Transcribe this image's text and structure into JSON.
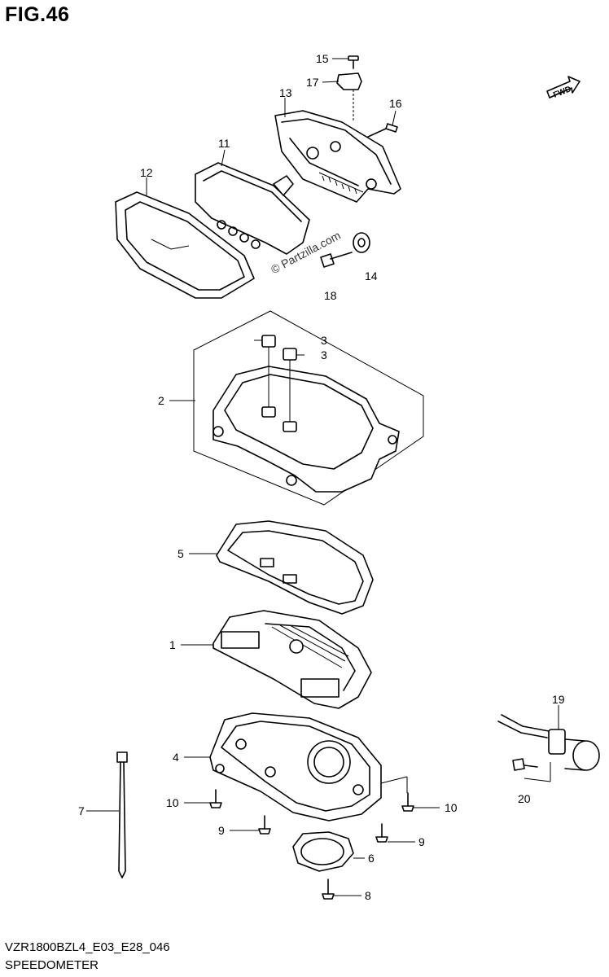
{
  "figure": {
    "title": "FIG.46",
    "model_code": "VZR1800BZL4_E03_E28_046",
    "caption": "SPEEDOMETER",
    "watermark": "© Partzilla.com",
    "fwd_label": "FWD"
  },
  "callouts": [
    {
      "id": "c15",
      "label": "15"
    },
    {
      "id": "c17",
      "label": "17"
    },
    {
      "id": "c13",
      "label": "13"
    },
    {
      "id": "c16",
      "label": "16"
    },
    {
      "id": "c11",
      "label": "11"
    },
    {
      "id": "c12",
      "label": "12"
    },
    {
      "id": "c18",
      "label": "18"
    },
    {
      "id": "c14",
      "label": "14"
    },
    {
      "id": "c3a",
      "label": "3"
    },
    {
      "id": "c3b",
      "label": "3"
    },
    {
      "id": "c2",
      "label": "2"
    },
    {
      "id": "c5",
      "label": "5"
    },
    {
      "id": "c1",
      "label": "1"
    },
    {
      "id": "c19",
      "label": "19"
    },
    {
      "id": "c4",
      "label": "4"
    },
    {
      "id": "c20",
      "label": "20"
    },
    {
      "id": "c7",
      "label": "7"
    },
    {
      "id": "c10a",
      "label": "10"
    },
    {
      "id": "c10b",
      "label": "10"
    },
    {
      "id": "c9a",
      "label": "9"
    },
    {
      "id": "c9b",
      "label": "9"
    },
    {
      "id": "c6",
      "label": "6"
    },
    {
      "id": "c8",
      "label": "8"
    }
  ]
}
